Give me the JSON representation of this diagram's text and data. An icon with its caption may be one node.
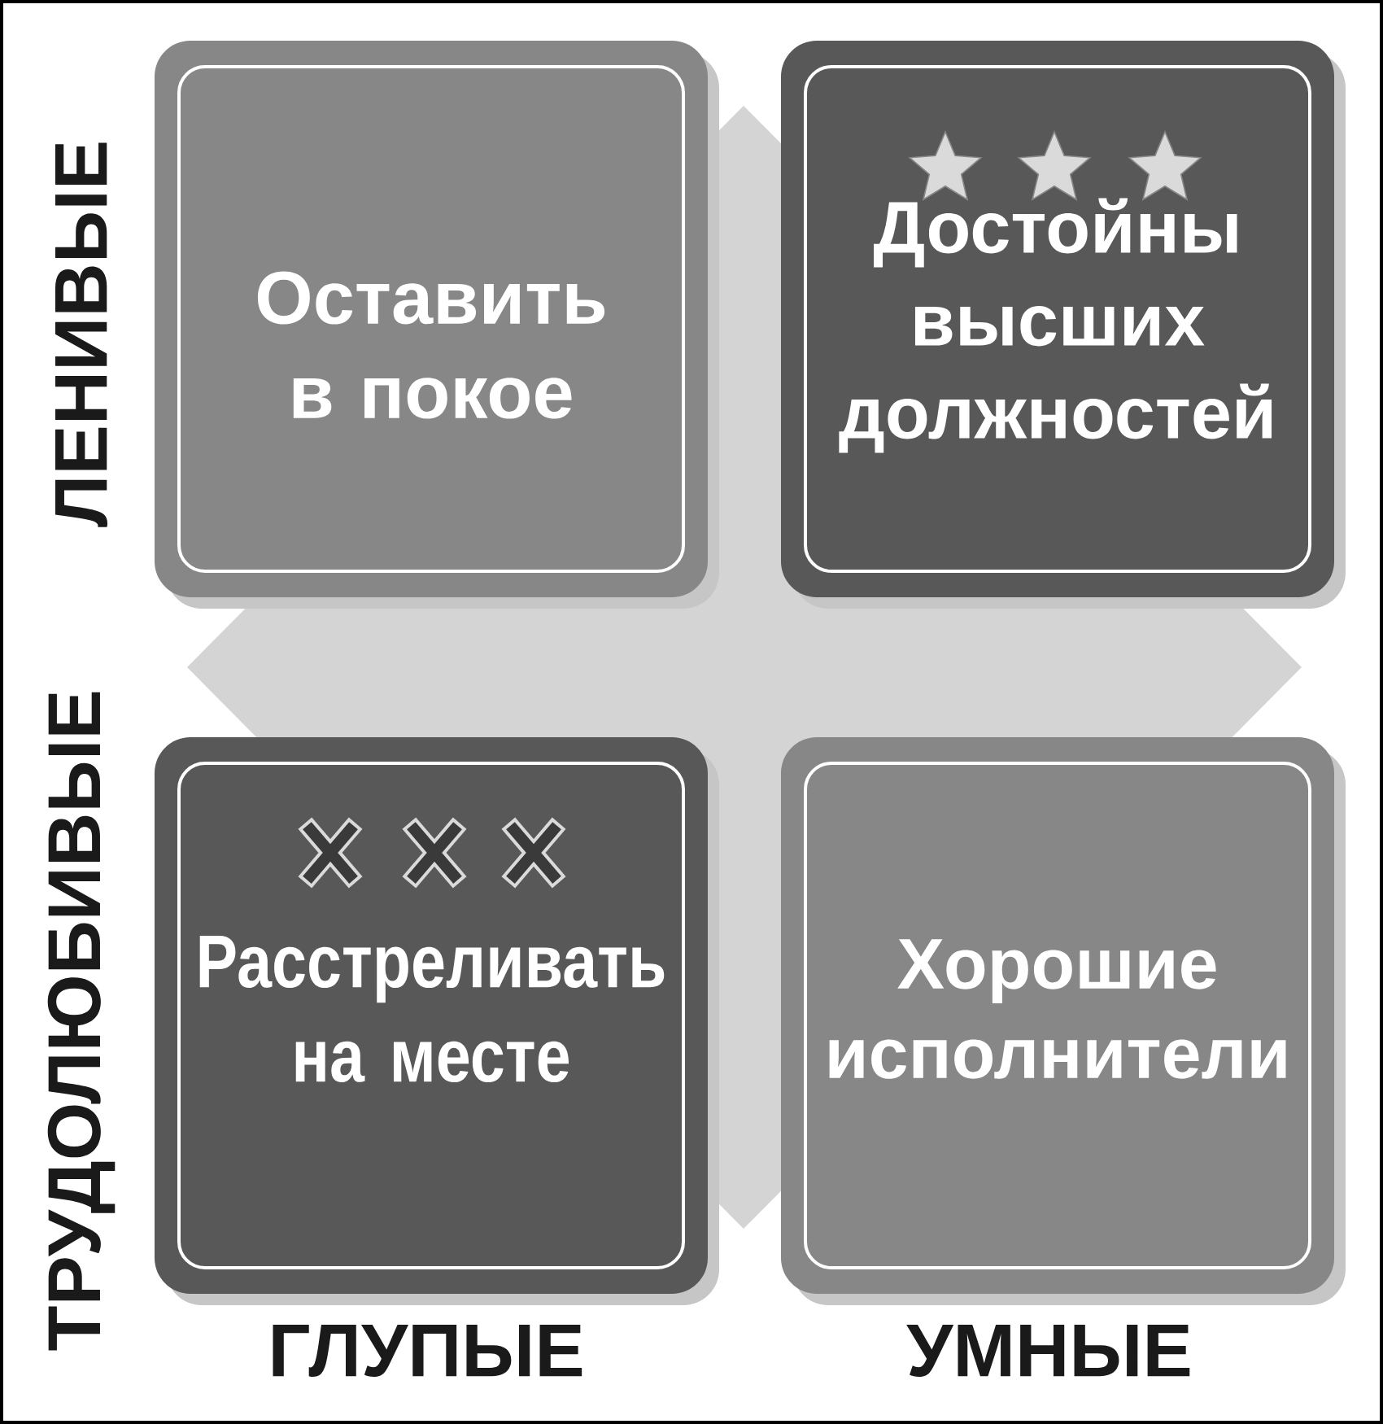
{
  "diagram": {
    "nodes": [
      {
        "text": [
          "Оставить в покое"
        ]
      },
      {
        "text": [
          "Достойны высших должностей"
        ]
      },
      {
        "text": [
          "Расстреливать на месте"
        ]
      },
      {
        "text": [
          "Хорошие исполнители"
        ]
      }
    ],
    "labels": [
      "ЛЕНИВЫЕ",
      "ТРУДОЛЮБИВЫЕ",
      "ГЛУПЫЕ",
      "УМНЫЕ"
    ]
  }
}
